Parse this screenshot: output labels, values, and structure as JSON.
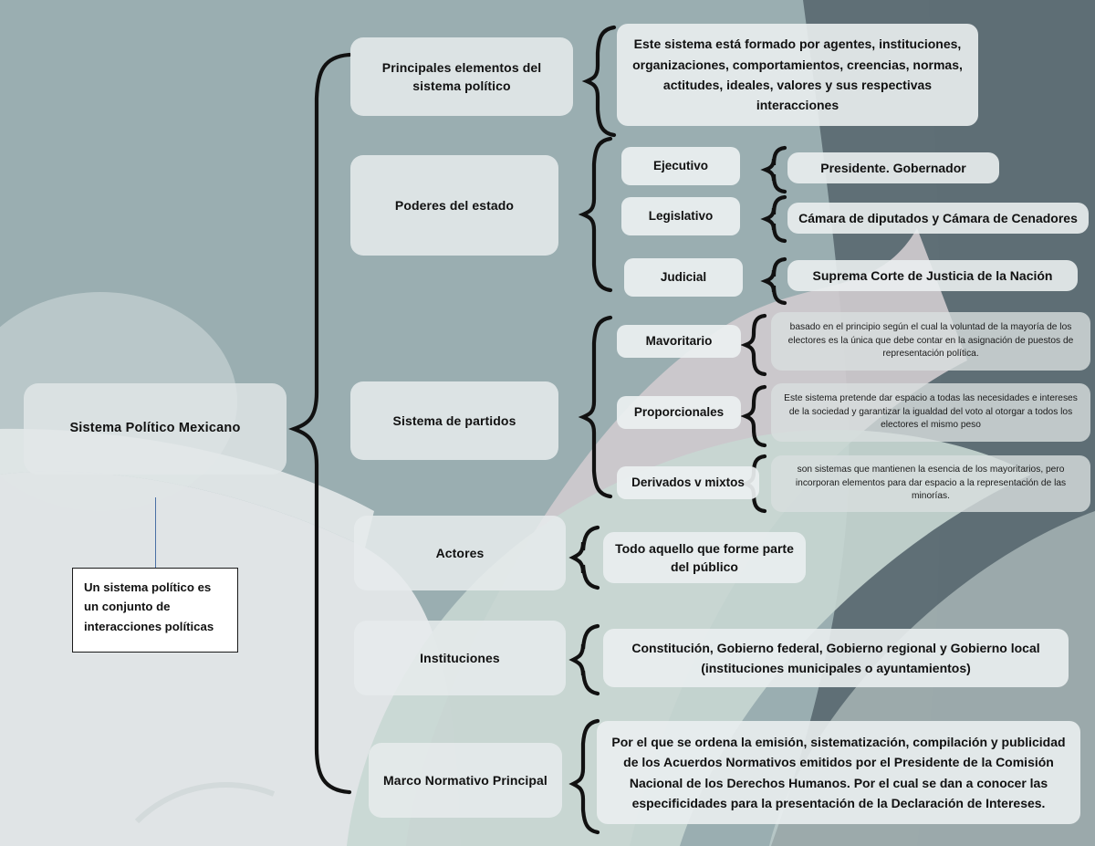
{
  "title": "Sistema Político Mexicano",
  "colors": {
    "background_base": "#9aaeb1",
    "background_dark_slate": "#5f6f76",
    "background_light_gray": "#e0e4e6",
    "background_mauve": "#cfcace",
    "background_mint": "#c8d7d3",
    "node_fill": "#e9edee",
    "brace_stroke": "#111111",
    "note_border": "#1a1a1a",
    "connector_line": "#4a6fa5"
  },
  "root": {
    "label": "Sistema Político Mexicano"
  },
  "note": {
    "text": "Un sistema político es un conjunto de interacciones políticas"
  },
  "branches": [
    {
      "id": "principales-elementos",
      "label": "Principales elementos del sistema político",
      "detail": "Este sistema está formado por agentes, instituciones, organizaciones, comportamientos, creencias, normas, actitudes, ideales, valores y sus respectivas interacciones"
    },
    {
      "id": "poderes-del-estado",
      "label": "Poderes del estado",
      "children": [
        {
          "id": "ejecutivo",
          "label": "Ejecutivo",
          "detail": "Presidente. Gobernador"
        },
        {
          "id": "legislativo",
          "label": "Legislativo",
          "detail": "Cámara de diputados y Cámara de Cenadores"
        },
        {
          "id": "judicial",
          "label": "Judicial",
          "detail": "Suprema Corte de Justicia de la Nación"
        }
      ]
    },
    {
      "id": "sistema-de-partidos",
      "label": "Sistema de partidos",
      "children": [
        {
          "id": "mavoritario",
          "label": "Mavoritario",
          "detail": "basado en el principio según el cual la voluntad de la mayoría de los electores es la única que debe contar en la asignación de puestos de representación política."
        },
        {
          "id": "proporcionales",
          "label": "Proporcionales",
          "detail": "Este sistema pretende dar espacio a todas las necesidades e intereses de la sociedad y garantizar la igualdad del voto al otorgar a todos los electores el mismo peso"
        },
        {
          "id": "derivados-y-mixtos",
          "label": "Derivados v mixtos",
          "detail": "son sistemas que mantienen la esencia de los mayoritarios, pero incorporan elementos para dar espacio a la representación de las minorías."
        }
      ]
    },
    {
      "id": "actores",
      "label": "Actores",
      "detail": "Todo aquello que forme parte del público"
    },
    {
      "id": "instituciones",
      "label": "Instituciones",
      "detail": "Constitución, Gobierno federal, Gobierno regional y Gobierno local (instituciones municipales o ayuntamientos)"
    },
    {
      "id": "marco-normativo",
      "label": "Marco Normativo Principal",
      "detail": "Por el que se ordena la emisión, sistematización, compilación y publicidad de los Acuerdos Normativos emitidos por el Presidente de la Comisión Nacional de los Derechos Humanos. Por el cual se dan a conocer las especificidades para la presentación de la Declaración de Intereses."
    }
  ]
}
